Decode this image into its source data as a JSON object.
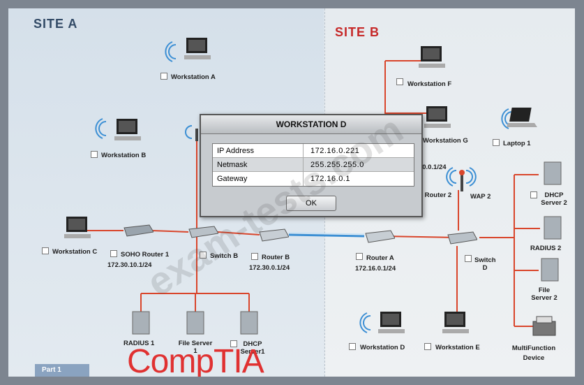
{
  "sites": {
    "a": "SITE A",
    "b": "SITE B"
  },
  "labels": {
    "workstation_a": "Workstation A",
    "workstation_b": "Workstation B",
    "workstation_c": "Workstation C",
    "soho_router_1": "SOHO Router 1",
    "soho_router_1_ip": "172.30.10.1/24",
    "switch_b": "Switch B",
    "router_b": "Router B",
    "router_b_ip": "172.30.0.1/24",
    "radius_1": "RADIUS 1",
    "file_server_1": "File Server 1",
    "dhcp_server_1": "DHCP Server1",
    "workstation_f": "Workstation F",
    "workstation_g": "Workstation G",
    "laptop_1": "Laptop 1",
    "soho_router_2": "SOHO Router 2",
    "soho_router_2_ip": "10.0.0.1/24",
    "wap_2": "WAP 2",
    "router_a": "Router A",
    "router_a_ip": "172.16.0.1/24",
    "switch_d": "Switch D",
    "dhcp_server_2": "DHCP Server 2",
    "radius_2": "RADIUS 2",
    "file_server_2": "File Server 2",
    "workstation_d": "Workstation D",
    "workstation_e": "Workstation E",
    "multifunction": "MultiFunction Device"
  },
  "dialog": {
    "title": "WORKSTATION D",
    "rows": [
      {
        "key": "IP Address",
        "value": "172.16.0.221"
      },
      {
        "key": "Netmask",
        "value": "255.255.255.0"
      },
      {
        "key": "Gateway",
        "value": "172.16.0.1"
      }
    ],
    "ok": "OK"
  },
  "tab": "Part 1",
  "brand": "CompTIA",
  "watermark": "exam-tests.com",
  "colors": {
    "link": "#d9452b",
    "wan": "#3c8fd4"
  }
}
